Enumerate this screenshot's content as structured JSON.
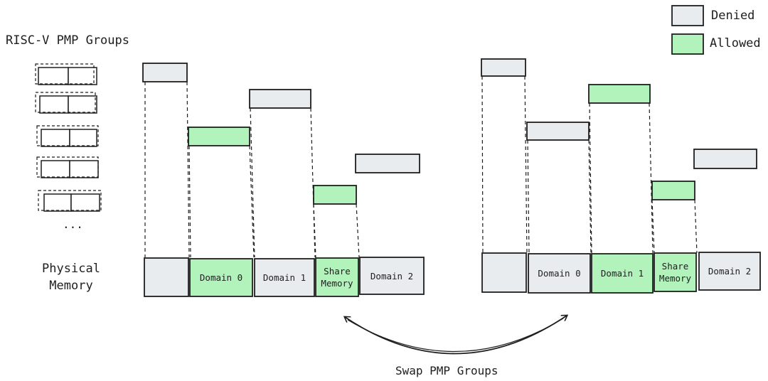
{
  "title_left": "RISC-V PMP Groups",
  "physical_memory_label": "Physical\nMemory",
  "ellipsis": "...",
  "swap_label": "Swap PMP Groups",
  "legend": {
    "denied_label": "Denied",
    "allowed_label": "Allowed",
    "denied_color": "#e9ecef",
    "allowed_color": "#b2f2bb"
  },
  "memory_left": [
    "",
    "Domain 0",
    "Domain 1",
    "Share\nMemory",
    "Domain 2"
  ],
  "memory_right": [
    "",
    "Domain 0",
    "Domain 1",
    "Share\nMemory",
    "Domain 2"
  ],
  "colors": {
    "stroke": "#1e1e1e",
    "denied": "#e9ecef",
    "allowed": "#b2f2bb"
  }
}
